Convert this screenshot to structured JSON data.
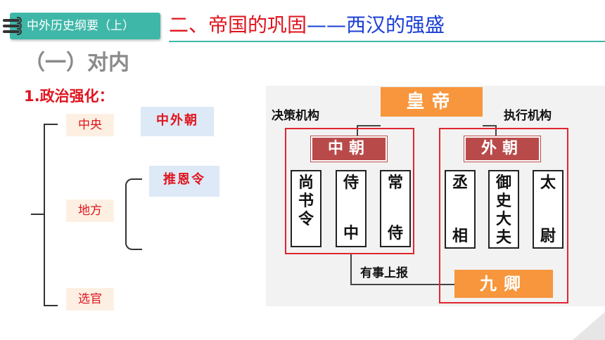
{
  "header": {
    "course_tab": "中外历史纲要（上）",
    "title_part1": "二、帝国的巩固",
    "title_dash": "——",
    "title_part2": "西汉的强盛"
  },
  "section_heading": "（一）对内",
  "point_heading": "1.政治强化：",
  "outline": {
    "central_label": "中央",
    "central_answer": "中外朝",
    "local_label": "地方",
    "local_answer": "推恩令",
    "officials_label": "选官"
  },
  "diagram": {
    "emperor": "皇帝",
    "decision_label": "决策机构",
    "execution_label": "执行机构",
    "inner_court": "中朝",
    "outer_court": "外朝",
    "inner_officials": [
      [
        "尚",
        "书",
        "令"
      ],
      [
        "侍",
        "",
        "中"
      ],
      [
        "常",
        "",
        "侍"
      ]
    ],
    "outer_officials": [
      [
        "丞",
        "",
        "相"
      ],
      [
        "御",
        "史",
        "大",
        "夫"
      ],
      [
        "太",
        "",
        "尉"
      ]
    ],
    "report_label": "有事上报",
    "nine_ministers": "九卿"
  },
  "colors": {
    "accent_teal": "#3fb7a8",
    "title_red": "#e0141e",
    "title_blue": "#1b3fd6",
    "emperor_orange": "#f7963c",
    "court_maroon": "#b94a4a"
  }
}
